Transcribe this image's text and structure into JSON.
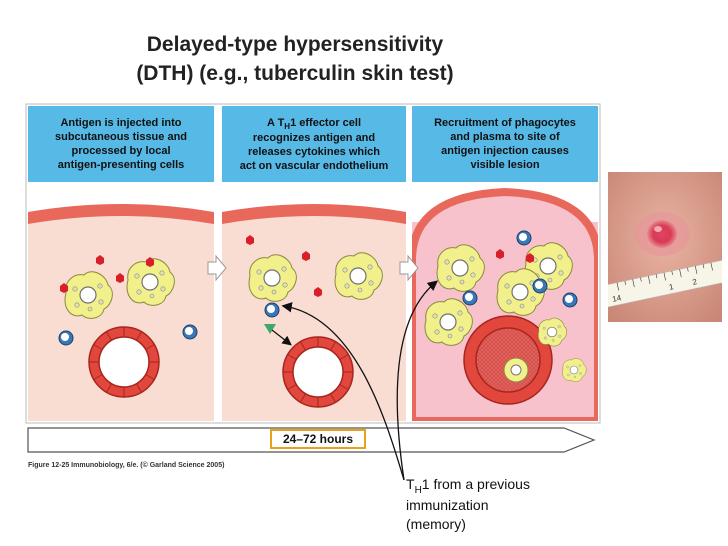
{
  "title": {
    "line1": "Delayed-type hypersensitivity",
    "line2": "(DTH) (e.g., tuberculin skin test)"
  },
  "panels": [
    {
      "lines": [
        "Antigen is injected into",
        "subcutaneous tissue and",
        "processed by local",
        "antigen-presenting cells"
      ]
    },
    {
      "line1_pre": "A T",
      "line1_sub": "H",
      "line1_post": "1 effector cell",
      "lines": [
        "recognizes antigen and",
        "releases cytokines which",
        "act on vascular endothelium"
      ]
    },
    {
      "lines": [
        "Recruitment of phagocytes",
        "and plasma to site of",
        "antigen  injection causes",
        "visible lesion"
      ]
    }
  ],
  "timeline": {
    "label": "24–72 hours"
  },
  "credit": "Figure 12-25 Immunobiology, 6/e. (© Garland Science 2005)",
  "caption": {
    "pre": "T",
    "sub": "H",
    "post": "1 from a previous",
    "line2": "immunization",
    "line3": "(memory)"
  },
  "photo_ruler_numbers": [
    "1",
    "2",
    "14"
  ],
  "colors": {
    "panel_header": "#56b9e6",
    "tissue": "#f9dcd2",
    "lesion_tissue": "#f7c2cc",
    "skin": "#e8695c",
    "vessel": "#e1473c",
    "antigen": "#d9202a",
    "apc": "#f2f08a",
    "timeline_border": "#e8a21a"
  }
}
